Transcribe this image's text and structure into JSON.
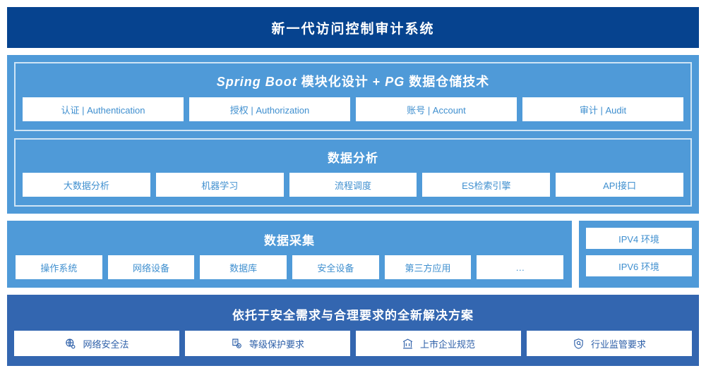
{
  "header": {
    "title": "新一代访问控制审计系统"
  },
  "colors": {
    "header_bg": "#06438f",
    "panel_sky": "#4f9ad8",
    "panel_deep": "#3366b0",
    "chip_bg": "#ffffff",
    "chip_text_sky": "#3f8fcf",
    "chip_text_deep": "#2d5fa8"
  },
  "platform": {
    "title_latin_1": "Spring Boot",
    "title_cn_1": " 模块化设计 + ",
    "title_latin_2": "PG",
    "title_cn_2": " 数据仓储技术",
    "title_full": "Spring Boot 模块化设计 + PG 数据仓储技术",
    "items": [
      {
        "label": "认证 | Authentication"
      },
      {
        "label": "授权 | Authorization"
      },
      {
        "label": "账号 | Account"
      },
      {
        "label": "审计 | Audit"
      }
    ]
  },
  "analysis": {
    "title": "数据分析",
    "items": [
      {
        "label": "大数据分析"
      },
      {
        "label": "机器学习"
      },
      {
        "label": "流程调度"
      },
      {
        "label": "ES检索引擎"
      },
      {
        "label": "API接口"
      }
    ]
  },
  "collection": {
    "title": "数据采集",
    "items": [
      {
        "label": "操作系统"
      },
      {
        "label": "网络设备"
      },
      {
        "label": "数据库"
      },
      {
        "label": "安全设备"
      },
      {
        "label": "第三方应用"
      },
      {
        "label": "…"
      }
    ]
  },
  "environments": {
    "items": [
      {
        "label": "IPV4 环境"
      },
      {
        "label": "IPV6 环境"
      }
    ]
  },
  "compliance": {
    "title": "依托于安全需求与合理要求的全新解决方案",
    "items": [
      {
        "label": "网络安全法",
        "icon": "globe-network-icon"
      },
      {
        "label": "等级保护要求",
        "icon": "document-check-icon"
      },
      {
        "label": "上市企业规范",
        "icon": "bank-building-icon"
      },
      {
        "label": "行业监管要求",
        "icon": "shield-search-icon"
      }
    ]
  }
}
